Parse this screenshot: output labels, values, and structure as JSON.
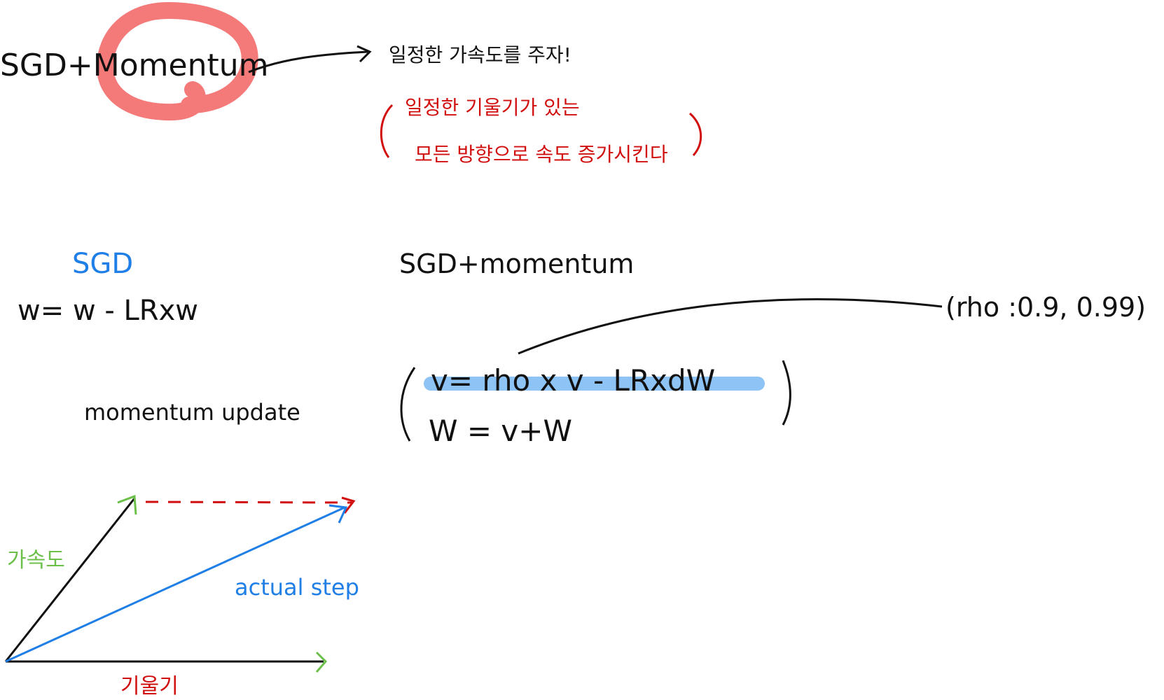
{
  "colors": {
    "ink": "#111111",
    "red": "#d10f0f",
    "circle": "#f47a7a",
    "blue": "#1f7fe6",
    "highlight": "#8ec3f5",
    "green": "#6cc04a"
  },
  "header": {
    "title": "SGD+Momentum",
    "note": "일정한 가속도를 주자!",
    "annotation_line1": "일정한 기울기가 있는",
    "annotation_line2": "모든 방향으로 속도 증가시킨다"
  },
  "left": {
    "sgd_label": "SGD",
    "sgd_formula": "w= w - LRxw",
    "momentum_update": "momentum update"
  },
  "right": {
    "title": "SGD+momentum",
    "formula_v": "v= rho x v - LRxdW",
    "formula_w": "W = v+W",
    "rho_note": "(rho :0.9, 0.99)"
  },
  "vectors": {
    "acceleration_label": "가속도",
    "gradient_label": "기울기",
    "actual_step_label": "actual step"
  }
}
